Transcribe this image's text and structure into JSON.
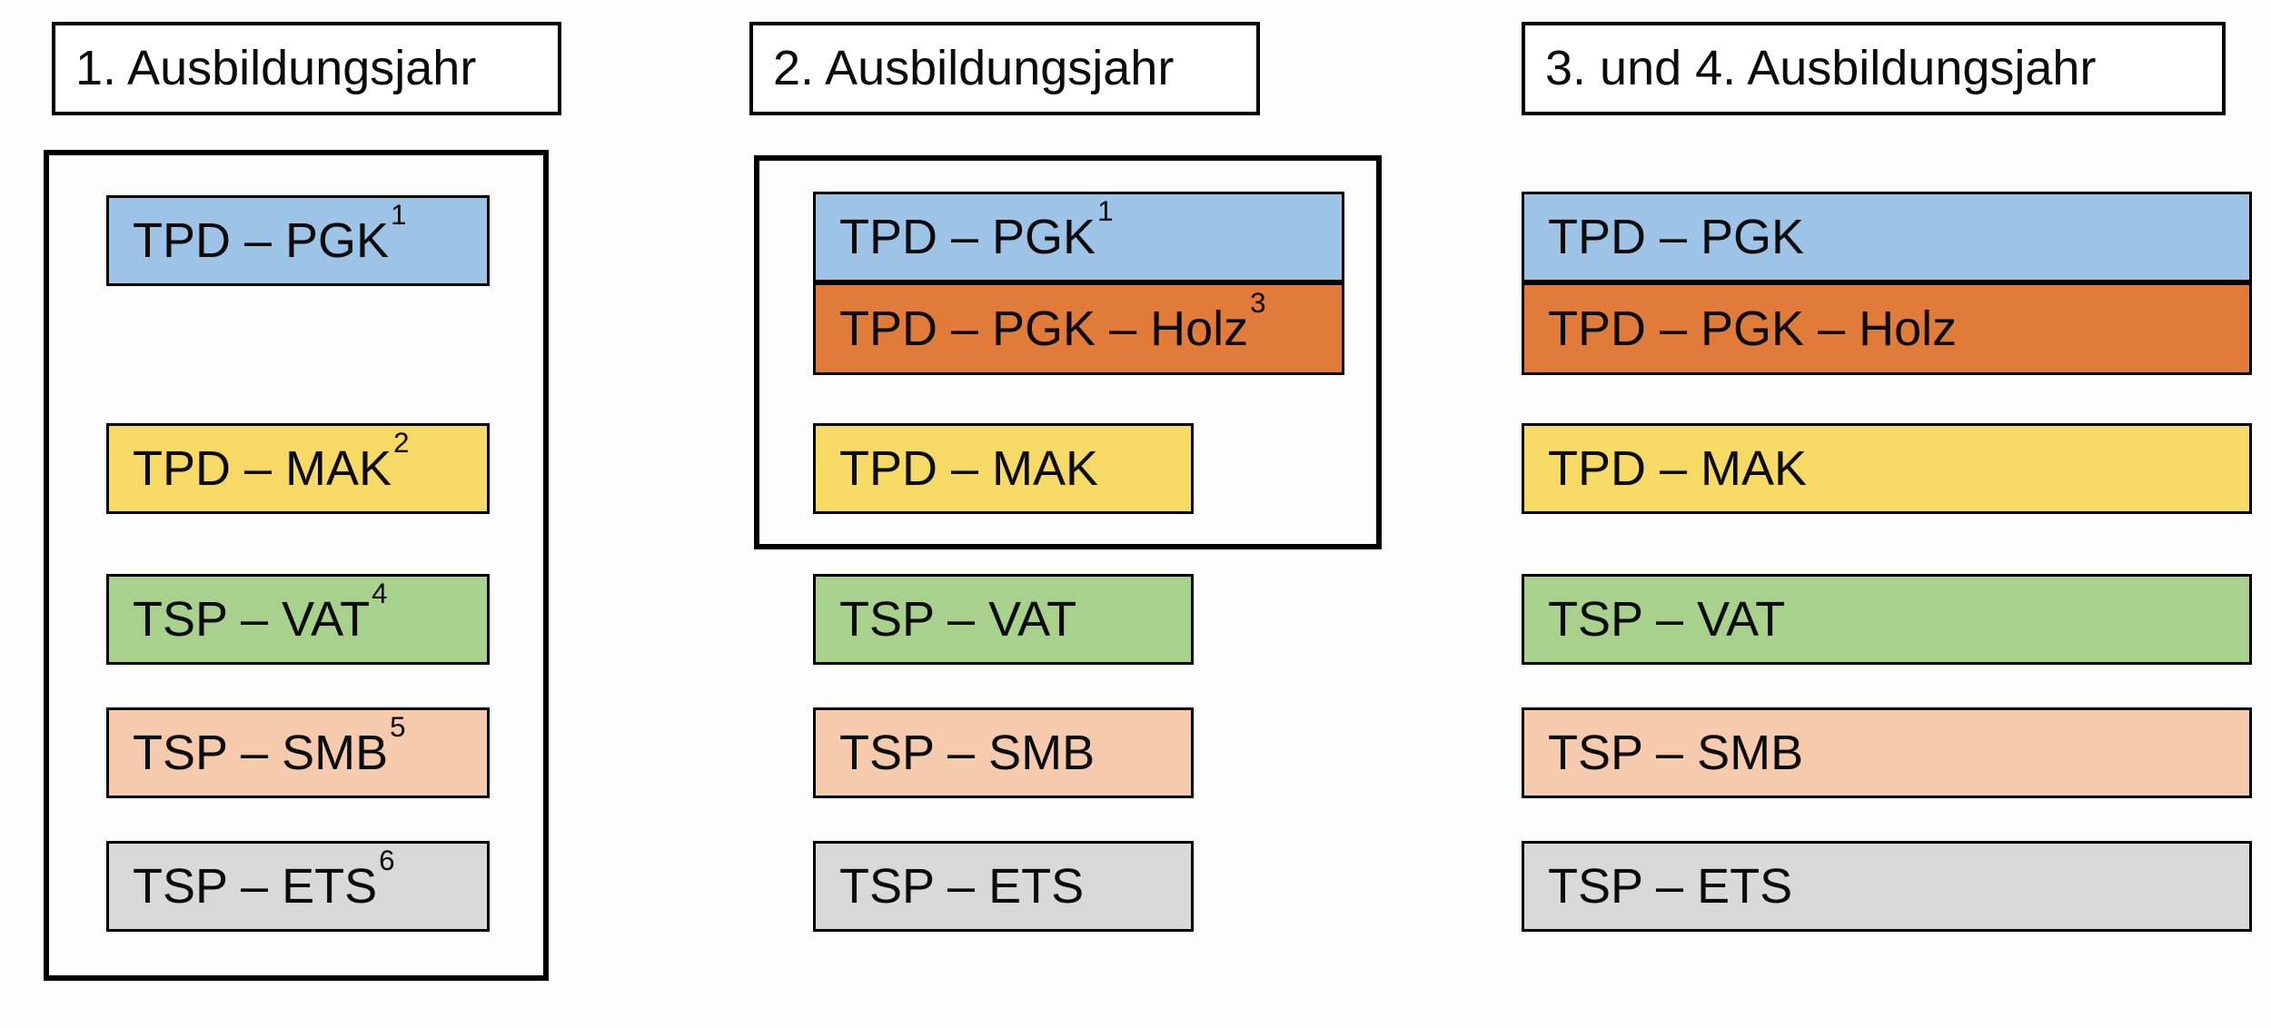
{
  "diagram": {
    "colors": {
      "blue": "#9DC3E6",
      "orange": "#E07B39",
      "yellow": "#F7D965",
      "green": "#A9D18E",
      "salmon": "#F6CBAD",
      "gray": "#D9D9D9",
      "white": "#FFFFFF",
      "border": "#000000"
    },
    "columns": [
      {
        "title": "1. Ausbildungsjahr",
        "boxes": [
          {
            "label": "TPD – PGK",
            "sup": "1",
            "color": "blue"
          },
          {
            "label": "TPD – MAK",
            "sup": "2",
            "color": "yellow"
          },
          {
            "label": "TSP – VAT",
            "sup": "4",
            "color": "green"
          },
          {
            "label": "TSP – SMB",
            "sup": "5",
            "color": "salmon"
          },
          {
            "label": "TSP – ETS",
            "sup": "6",
            "color": "gray"
          }
        ]
      },
      {
        "title": "2. Ausbildungsjahr",
        "boxes": [
          {
            "label": "TPD – PGK",
            "sup": "1",
            "color": "blue"
          },
          {
            "label": "TPD – PGK – Holz",
            "sup": "3",
            "color": "orange"
          },
          {
            "label": "TPD – MAK",
            "color": "yellow"
          },
          {
            "label": "TSP – VAT",
            "color": "green"
          },
          {
            "label": "TSP – SMB",
            "color": "salmon"
          },
          {
            "label": "TSP – ETS",
            "color": "gray"
          }
        ]
      },
      {
        "title": "3. und 4. Ausbildungsjahr",
        "boxes": [
          {
            "label": "TPD – PGK",
            "color": "blue"
          },
          {
            "label": "TPD – PGK – Holz",
            "color": "orange"
          },
          {
            "label": "TPD – MAK",
            "color": "yellow"
          },
          {
            "label": "TSP – VAT",
            "color": "green"
          },
          {
            "label": "TSP – SMB",
            "color": "salmon"
          },
          {
            "label": "TSP – ETS",
            "color": "gray"
          }
        ]
      }
    ]
  }
}
